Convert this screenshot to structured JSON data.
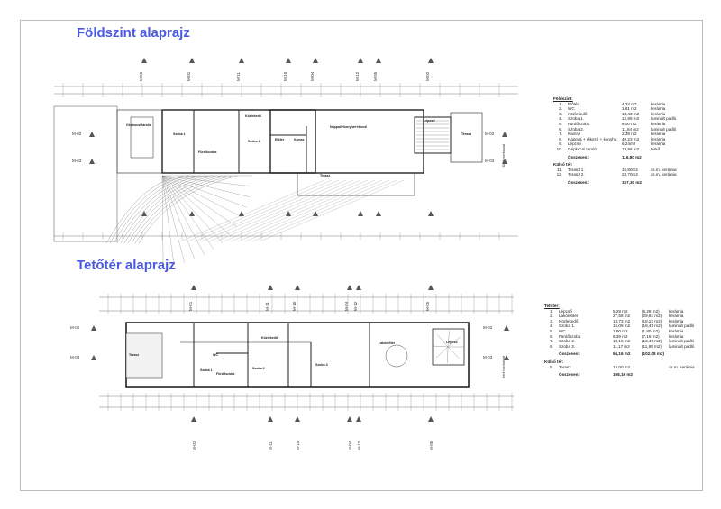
{
  "ground": {
    "title": "Földszint alaprajz",
    "table_title": "Földszint",
    "rooms": [
      {
        "no": "1.",
        "name": "Előtér",
        "area": "4,32 m2",
        "floor": "kerámia"
      },
      {
        "no": "2.",
        "name": "WC",
        "area": "1,81 m2",
        "floor": "kerámia"
      },
      {
        "no": "3.",
        "name": "Közlekedő",
        "area": "13,43 m2",
        "floor": "kerámia"
      },
      {
        "no": "4.",
        "name": "Szoba 1.",
        "area": "12,89 m2",
        "floor": "laminált padló"
      },
      {
        "no": "5.",
        "name": "Fürdőszoba",
        "area": "8,00 m2",
        "floor": "kerámia"
      },
      {
        "no": "6.",
        "name": "Szoba 2.",
        "area": "11,84 m2",
        "floor": "laminált padló"
      },
      {
        "no": "7.",
        "name": "Kamra",
        "area": "2,38 m2",
        "floor": "kerámia"
      },
      {
        "no": "8.",
        "name": "Nappali + étkező + konyha",
        "area": "40,23 m2",
        "floor": "kerámia"
      },
      {
        "no": "9.",
        "name": "Lépcső",
        "area": "6,24m2",
        "floor": "kerámia"
      },
      {
        "no": "10.",
        "name": "Gépkocsi tároló",
        "area": "13,86 m2",
        "floor": "térkő"
      }
    ],
    "total_label": "Összesen:",
    "total": "116,80 m2",
    "outdoor_label": "Külső tér:",
    "outdoor": [
      {
        "no": "11.",
        "name": "Terasz 1.",
        "area": "16,80m2",
        "floor": "cs.m. kerámia"
      },
      {
        "no": "12.",
        "name": "Terasz 2.",
        "area": "23,70m2",
        "floor": "cs.m. kerámia"
      }
    ],
    "grand_total_label": "Összesen:",
    "grand_total": "157,30 m2",
    "plan_labels": [
      "Gépkocsi tároló",
      "Szoba 1",
      "Fürdőszoba",
      "Közlekedő",
      "Szoba 2",
      "Előtér",
      "Kamra",
      "Nappali+konyha+étkező",
      "Lépcső",
      "Terasz",
      "Terasz",
      "Kerti homlokzat"
    ],
    "axes": [
      "M-06",
      "M-01",
      "M-11",
      "M-10",
      "M-04",
      "M-12",
      "M-05",
      "M-02",
      "M-03",
      "M-02",
      "M-03"
    ]
  },
  "upper": {
    "title": "Tetőtér alaprajz",
    "table_title": "Tetőtér",
    "rooms": [
      {
        "no": "1.",
        "name": "Lépcső",
        "area": "5,28 m2",
        "area2": "(5,28 m2)",
        "floor": "kerámia"
      },
      {
        "no": "2.",
        "name": "Lakóelőtér",
        "area": "27,58 m2",
        "area2": "(29,84 m2)",
        "floor": "kerámia"
      },
      {
        "no": "3.",
        "name": "Közlekedő",
        "area": "13,73 m2",
        "area2": "(18,23 m2)",
        "floor": "kerámia"
      },
      {
        "no": "4.",
        "name": "Szoba 1.",
        "area": "15,08 m2",
        "area2": "(18,45 m2)",
        "floor": "laminált padló"
      },
      {
        "no": "5.",
        "name": "WC",
        "area": "1,80 m2",
        "area2": "(1,80 m2)",
        "floor": "kerámia"
      },
      {
        "no": "6.",
        "name": "Fürdőszoba",
        "area": "6,39 m2",
        "area2": "(7,19 m2)",
        "floor": "kerámia"
      },
      {
        "no": "7.",
        "name": "Szoba 2.",
        "area": "13,15 m2",
        "area2": "(13,40 m2)",
        "floor": "laminált padló"
      },
      {
        "no": "8.",
        "name": "Szoba 3.",
        "area": "11,17 m2",
        "area2": "(11,89 m2)",
        "floor": "laminált padló"
      }
    ],
    "total_label": "Összesen:",
    "total": "94,16 m2",
    "total2": "(102,08 m2)",
    "outdoor_label": "Külső tér:",
    "outdoor": [
      {
        "no": "9.",
        "name": "Terasz",
        "area": "14,00 m2",
        "floor": "cs.m. kerámia"
      }
    ],
    "grand_total_label": "Összesen:",
    "grand_total": "108,16 m2",
    "plan_labels": [
      "Terasz",
      "Szoba 1",
      "WC",
      "Fürdőszoba",
      "Közlekedő",
      "Szoba 2",
      "Szoba 3",
      "Lakóelőtér",
      "Lépcső",
      "Kerti homlokzat"
    ],
    "axes": [
      "M-01",
      "M-11",
      "M-10",
      "M-04",
      "M-12",
      "M-05",
      "M-06",
      "M-02",
      "M-03",
      "M-02",
      "M-03"
    ]
  }
}
